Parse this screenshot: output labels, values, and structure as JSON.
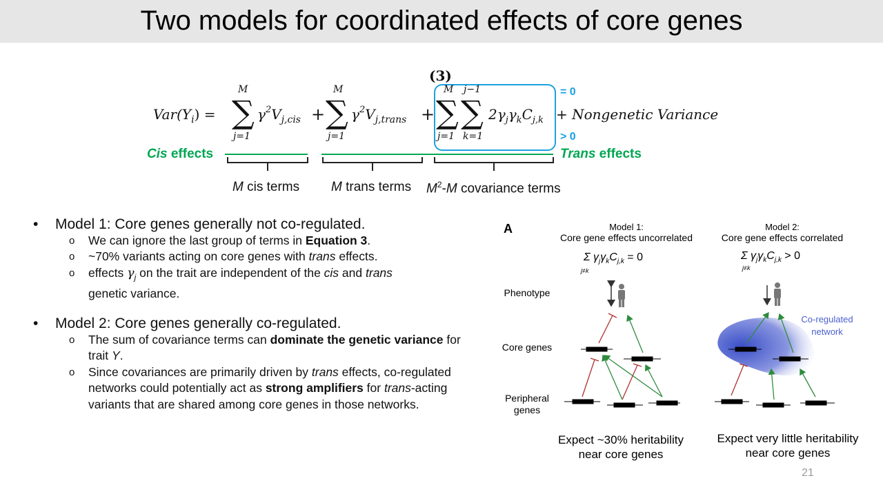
{
  "slide": {
    "title": "Two models for coordinated effects of core genes",
    "page_number": "21"
  },
  "equation": {
    "eq_number": "(3)",
    "lhs": "Var(Y",
    "lhs_sub": "i",
    "lhs_close": ") =",
    "sum_upper": "M",
    "sum_lower": "j=1",
    "inner_upper": "j−1",
    "inner_lower": "k=1",
    "cis_term": "γ",
    "cis_term_sub": "j",
    "cis_term_sup": "2",
    "cis_V": "V",
    "cis_V_sub": "j,cis",
    "trans_V_sub": "j,trans",
    "plus": "+",
    "cov_term": "2γ",
    "cov_sub_j": "j",
    "cov_gamma_k": "γ",
    "cov_sub_k": "k",
    "cov_C": "C",
    "cov_C_sub": "j,k",
    "nongenetic": "+ Nongenetic Variance",
    "eq_zero": "= 0",
    "gt_zero": "> 0"
  },
  "labels": {
    "cis_effects_italic": "Cis",
    "cis_effects_rest": " effects",
    "trans_effects_italic": "Trans",
    "trans_effects_rest": " effects",
    "cis_terms_M": "M",
    "cis_terms_rest": " cis terms",
    "trans_terms_M": "M",
    "trans_terms_rest": " trans terms",
    "cov_terms_M": "M",
    "cov_terms_sup": "2",
    "cov_terms_dash": "-",
    "cov_terms_M2": "M",
    "cov_terms_rest": " covariance terms"
  },
  "bullets": {
    "model1": {
      "heading": "Model 1: Core genes generally not co-regulated.",
      "s1_a": "We can ignore the last group of terms in ",
      "s1_b": "Equation 3",
      "s1_c": ".",
      "s2_a": "~70% variants acting on core genes with ",
      "s2_b": "trans",
      "s2_c": " effects.",
      "s3_a": "effects ",
      "s3_gamma": "γ",
      "s3_gamma_sub": "j",
      "s3_b": " on the trait are independent  of the ",
      "s3_c": "cis",
      "s3_d": " and ",
      "s3_e": "trans",
      "s3_f": "genetic variance."
    },
    "model2": {
      "heading": "Model 2: Core genes generally co-regulated.",
      "s1_a": "The sum of covariance  terms can ",
      "s1_b": "dominate the genetic variance",
      "s1_c": "  for trait ",
      "s1_d": "Y",
      "s1_e": ".",
      "s2_a": "Since covariances are primarily driven by ",
      "s2_b": "trans",
      "s2_c": " effects, co-regulated networks could potentially act as ",
      "s2_d": "strong amplifiers",
      "s2_e": " for ",
      "s2_f": "trans",
      "s2_g": "-acting variants that are shared among core genes in those networks."
    },
    "bullet_char": "•",
    "sub_bullet_char": "o"
  },
  "figure": {
    "panel_label": "A",
    "model1_title": "Model 1:",
    "model1_subtitle": "Core gene effects uncorrelated",
    "model1_formula": "Σ γ",
    "model1_formula_rest": "γ",
    "model1_formula_C": "C",
    "model1_formula_Csub": "j,k",
    "model1_formula_tail": " = 0",
    "model1_formula_under": "j≠k",
    "model2_title": "Model 2:",
    "model2_subtitle": "Core gene effects correlated",
    "model2_formula_tail": " > 0",
    "model2_formula_under": "j≠k",
    "formula_sub_j": "j",
    "formula_sub_k": "k",
    "row_phenotype": "Phenotype",
    "row_core": "Core genes",
    "row_peripheral_1": "Peripheral",
    "row_peripheral_2": "genes",
    "coreg_1": "Co-regulated",
    "coreg_2": "network",
    "expect1_1": "Expect ~30% heritability",
    "expect1_2": "near core genes",
    "expect2_1": "Expect very little heritability",
    "expect2_2": "near core genes"
  },
  "colors": {
    "cis_green": "#00a651",
    "cov_blue": "#1ba1e2",
    "arrow_green": "#2e8b3e",
    "arrow_red": "#b03030",
    "network_blue": "#4a5fcf"
  }
}
